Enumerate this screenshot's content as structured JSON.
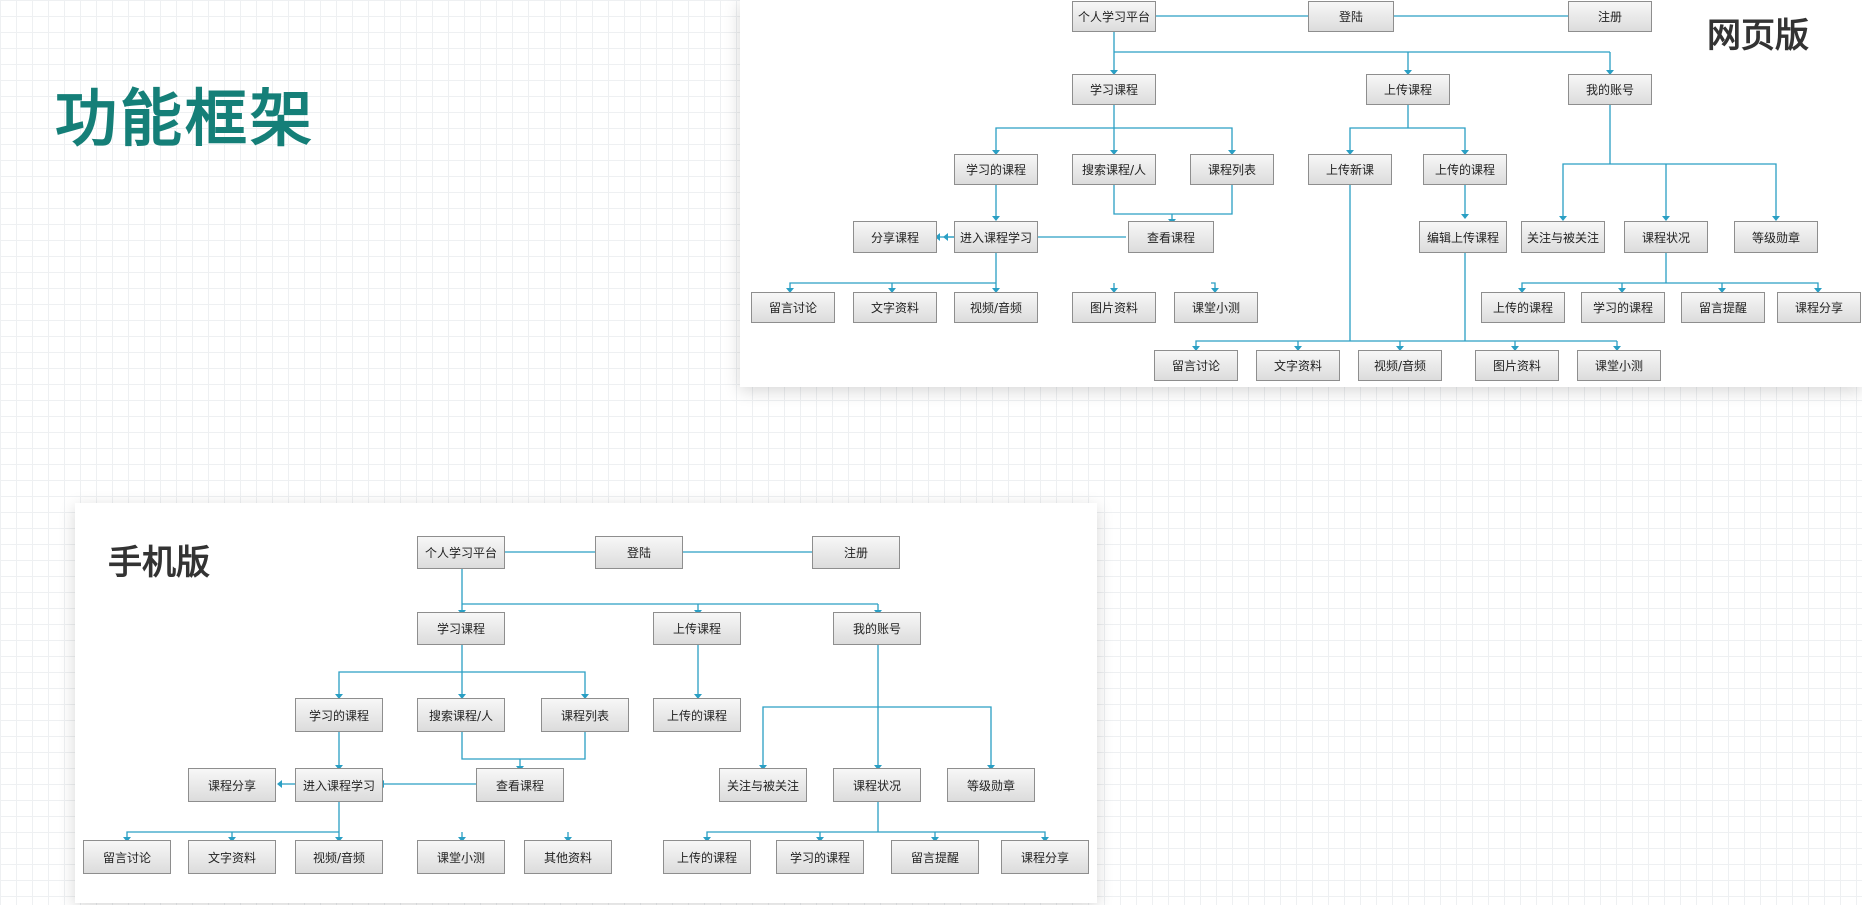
{
  "title": "功能框架",
  "colors": {
    "title": "#157f78",
    "edge": "#2a9fc4",
    "node_border": "#8e8e8e"
  },
  "web": {
    "label": "网页版",
    "nodes": {
      "platform": "个人学习平台",
      "login": "登陆",
      "register": "注册",
      "learn": "学习课程",
      "upload": "上传课程",
      "account": "我的账号",
      "my_courses": "学习的课程",
      "search": "搜索课程/人",
      "course_list": "课程列表",
      "upload_new": "上传新课",
      "uploaded": "上传的课程",
      "share": "分享课程",
      "enter": "进入课程学习",
      "view": "查看课程",
      "edit_uploaded": "编辑上传课程",
      "follow": "关注与被关注",
      "status": "课程状况",
      "medal": "等级勋章",
      "msg": "留言讨论",
      "text": "文字资料",
      "video": "视频/音频",
      "image": "图片资料",
      "quiz": "课堂小测",
      "st_uploaded": "上传的课程",
      "st_learned": "学习的课程",
      "st_reminder": "留言提醒",
      "st_share": "课程分享",
      "up_msg": "留言讨论",
      "up_text": "文字资料",
      "up_video": "视频/音频",
      "up_image": "图片资料",
      "up_quiz": "课堂小测"
    }
  },
  "mobile": {
    "label": "手机版",
    "nodes": {
      "platform": "个人学习平台",
      "login": "登陆",
      "register": "注册",
      "learn": "学习课程",
      "upload": "上传课程",
      "account": "我的账号",
      "my_courses": "学习的课程",
      "search": "搜索课程/人",
      "course_list": "课程列表",
      "uploaded": "上传的课程",
      "share": "课程分享",
      "enter": "进入课程学习",
      "view": "查看课程",
      "follow": "关注与被关注",
      "status": "课程状况",
      "medal": "等级勋章",
      "msg": "留言讨论",
      "text": "文字资料",
      "video": "视频/音频",
      "quiz": "课堂小测",
      "other": "其他资料",
      "st_uploaded": "上传的课程",
      "st_learned": "学习的课程",
      "st_reminder": "留言提醒",
      "st_share": "课程分享"
    }
  }
}
